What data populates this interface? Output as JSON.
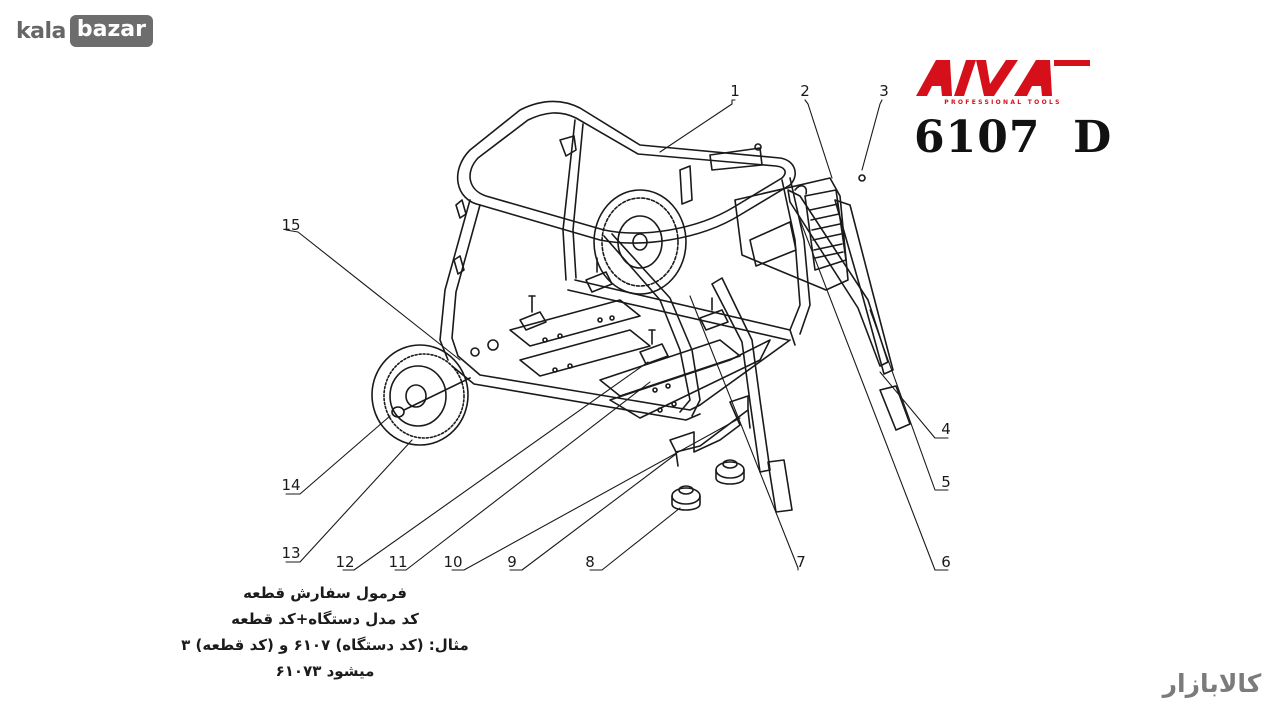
{
  "watermark": {
    "kala": "kala",
    "bazar": "bazar"
  },
  "brand": {
    "logo_text": "AIVA",
    "tagline": "PROFESSIONAL TOOLS",
    "model": "6107  D",
    "color": "#d6101b"
  },
  "callouts": [
    {
      "id": "callout-1",
      "label": "1"
    },
    {
      "id": "callout-2",
      "label": "2"
    },
    {
      "id": "callout-3",
      "label": "3"
    },
    {
      "id": "callout-4",
      "label": "4"
    },
    {
      "id": "callout-5",
      "label": "5"
    },
    {
      "id": "callout-6",
      "label": "6"
    },
    {
      "id": "callout-7",
      "label": "7"
    },
    {
      "id": "callout-8",
      "label": "8"
    },
    {
      "id": "callout-9",
      "label": "9"
    },
    {
      "id": "callout-10",
      "label": "10"
    },
    {
      "id": "callout-11",
      "label": "11"
    },
    {
      "id": "callout-12",
      "label": "12"
    },
    {
      "id": "callout-13",
      "label": "13"
    },
    {
      "id": "callout-14",
      "label": "14"
    },
    {
      "id": "callout-15",
      "label": "15"
    }
  ],
  "order_form": {
    "title": "فرمول سفارش قطعه",
    "formula": "کد مدل دستگاه+کد قطعه",
    "example": "مثال: (کد دستگاه) ۶۱۰۷ و (کد قطعه) ۳",
    "result": "میشود ۶۱۰۷۳"
  },
  "footer_logo": {
    "text": "کالابازار"
  }
}
